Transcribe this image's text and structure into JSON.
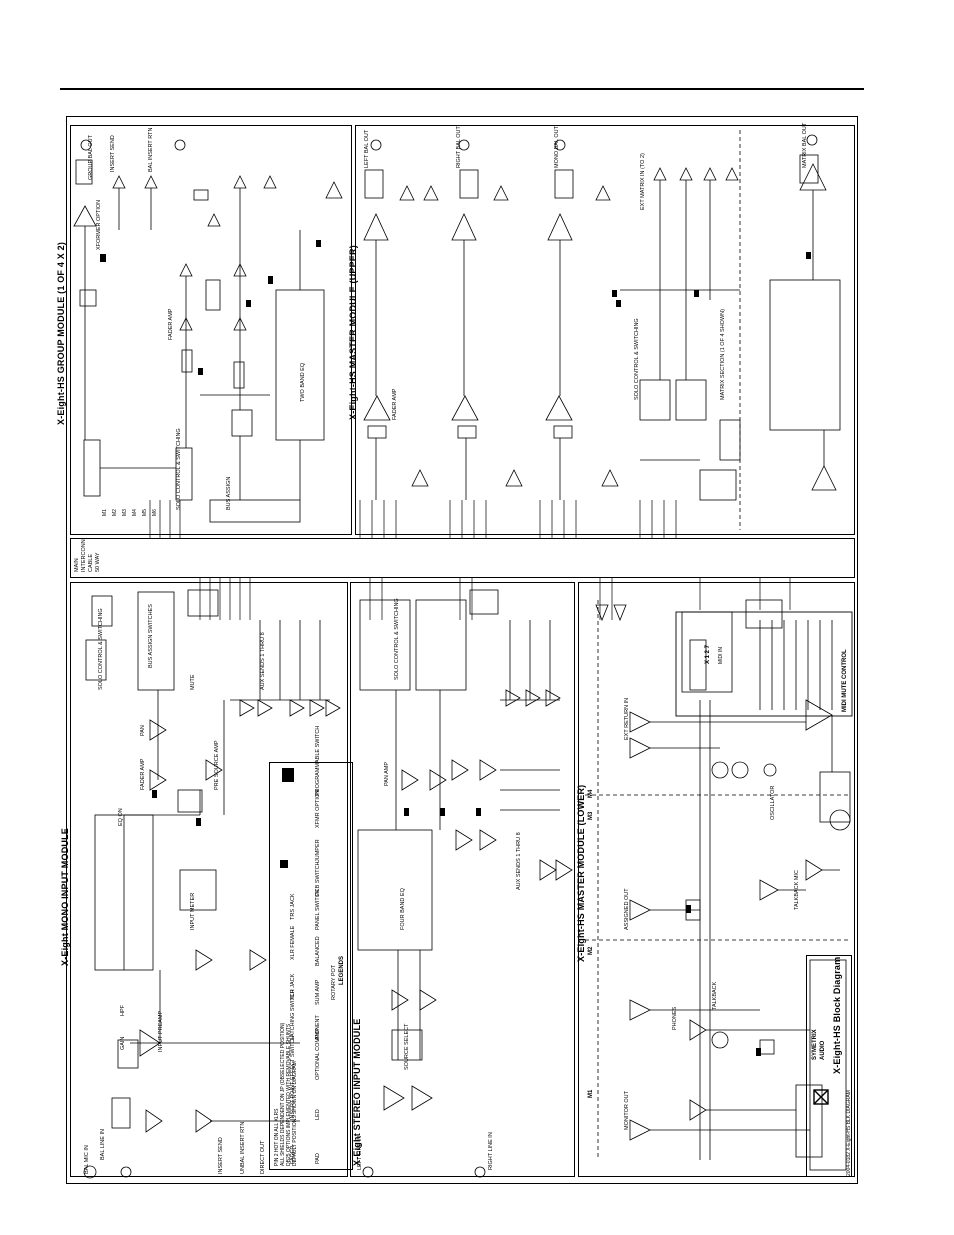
{
  "modules": {
    "mono_input": "X-Eight MONO INPUT MODULE",
    "stereo_input": "X-Eight STEREO INPUT MODULE",
    "group": "X-Eight-HS GROUP MODULE (1 OF 4 X 2)",
    "master_upper": "X-Eight-HS MASTER MODULE (UPPER)",
    "master_lower": "X-Eight-HS MASTER MODULE (LOWER)"
  },
  "cable": {
    "line1": "MAIN",
    "line2": "INTERCONN.",
    "line3": "CABLE",
    "line4": "50 WAY"
  },
  "legends": {
    "title": "LEGENDS",
    "items": [
      "ROTARY POT",
      "PAD",
      "LED",
      "OPTIONAL COMPONENT",
      "AMP",
      "SUM AMP",
      "BALANCED",
      "PANEL SWITCH",
      "PCB SWITCH",
      "JUMPER",
      "XFMR OPTION",
      "PROGRAMMABLE SWITCH",
      "FADER",
      "INSERT POINT",
      "EFFECT SWITCH",
      "LATCHING SWITCH",
      "XLR JACK",
      "XLR FEMALE",
      "TRS JACK"
    ],
    "note1": "PIN 2 HOT ON ALL XLRS",
    "note2": "ALL SHIELDS DEPENDENT ON JP (OBSELECTED POSITION)",
    "note3": "DB25 OPTIONS IMPLEMENTED WITH REMOVABLE SHUNTS",
    "note4": "DEFAULT POSITIONS SHOWN ON DIAGRAM"
  },
  "midi": {
    "title": "MIDI MUTE CONTROL",
    "display": "X 1 2 7",
    "label": "MIDI IN"
  },
  "brand": {
    "logo_line1": "SYMETRIX",
    "logo_line2": "AUDIO",
    "diagram_title": "X-Eight-HS Block Diagram",
    "doc_number": "2004-0182 X-Eight-HS BLK DIAGRAM"
  },
  "section_markers": {
    "m1": "M1",
    "m2": "M2",
    "m3": "M3",
    "m4": "M4"
  },
  "bus_labels": [
    "M1",
    "M2",
    "M3",
    "M4",
    "M5",
    "M6"
  ],
  "callouts": {
    "mono_bal": "BAL MIC IN",
    "mono_line": "BAL LINE IN",
    "mono_insert": "INSERT SEND",
    "mono_insret": "UNBAL INSERT RTN",
    "mono_direct": "DIRECT OUT",
    "mono_gain": "GAIN",
    "mono_hpf": "HPF",
    "mono_eq": "EQ ON",
    "mono_preamp": "INPUT PREAMP",
    "mono_inputmeter": "INPUT METER",
    "mono_fader": "FADER AMP",
    "mono_pan": "PAN",
    "mono_mute": "MUTE",
    "mono_solo": "SOLO CONTROL & SWITCHING",
    "mono_busassign": "BUS ASSIGN SWITCHES",
    "mono_auxsends": "AUX SENDS 1 THRU 8",
    "mono_prefader": "PRE SOURCE AMP",
    "stereo_l": "LEFT LINE IN",
    "stereo_r": "RIGHT LINE IN",
    "stereo_source": "SOURCE SELECT",
    "stereo_eq": "FOUR BAND EQ",
    "stereo_auxsends": "AUX SENDS 1 THRU 8",
    "stereo_pan": "PAN AMP",
    "stereo_solo": "SOLO CONTROL & SWITCHING",
    "group_insert": "INSERT SEND",
    "group_bal": "BAL INSERT RTN",
    "group_out": "GROUP BAL OUT",
    "group_direct": "XFORMER OPTION",
    "group_fader": "FADER AMP",
    "group_solo": "SOLO CONTROL & SWITCHING",
    "group_eq": "TWO BAND EQ",
    "group_busassign": "BUS ASSIGN",
    "master_left": "LEFT BAL OUT",
    "master_right": "RIGHT BAL OUT",
    "master_mono": "MONO BAL OUT",
    "master_matrix": "MATRIX BAL OUT",
    "master_faderamp": "FADER AMP",
    "master_solo": "SOLO CONTROL & SWITCHING",
    "master_matrix_section": "MATRIX SECTION (1 OF 4 SHOWN)",
    "master_ext": "EXT MATRIX IN (TO 2)",
    "lower_monitor": "MONITOR OUT",
    "lower_phones": "PHONES",
    "lower_talkback": "TALKBACK",
    "lower_assigned": "ASSIGNED OUT",
    "lower_ext": "EXT RETURN IN",
    "lower_mic": "TALKBACK MIC",
    "lower_osc": "OSCILLATOR"
  }
}
